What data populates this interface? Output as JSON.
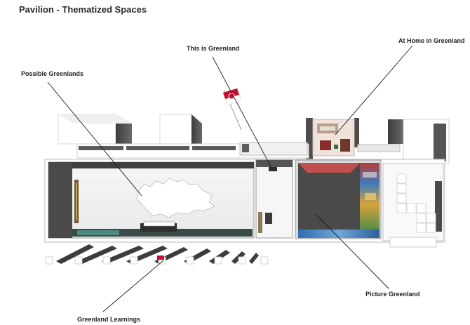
{
  "title": "Pavilion - Thematized Spaces",
  "labels": {
    "this_is_greenland": "This is Greenland",
    "at_home_in_greenland": "At Home in Greenland",
    "possible_greenlands": "Possible Greenlands",
    "picture_greenland": "Picture Greenland",
    "greenland_learnings": "Greenland Learnings"
  },
  "colors": {
    "wall_dark": "#4a4a4a",
    "floor": "#f3f3f3",
    "leader_line": "#1a1a1a",
    "map_shape": "#ffffff",
    "flag_red": "#c8102e"
  }
}
